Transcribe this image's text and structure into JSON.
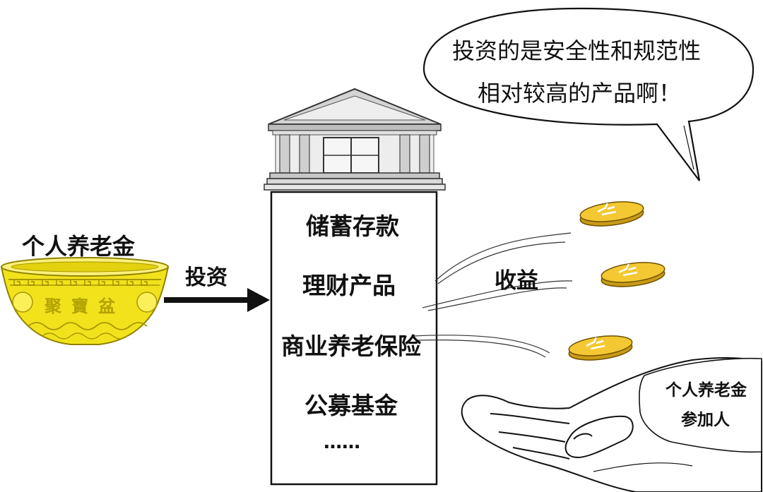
{
  "source": {
    "label": "个人养老金",
    "bowl_inscription": "聚寶盆"
  },
  "arrow": {
    "label": "投资"
  },
  "products": {
    "items": [
      "储蓄存款",
      "理财产品",
      "商业养老保险",
      "公募基金"
    ],
    "more": "……"
  },
  "returns": {
    "label": "收益"
  },
  "speech": {
    "line1": "投资的是安全性和规范性",
    "line2": "相对较高的产品啊！"
  },
  "participant": {
    "line1": "个人养老金",
    "line2": "参加人"
  },
  "colors": {
    "gold": "#f2e21c",
    "gold_dark": "#b5a400",
    "coin": "#f4c832",
    "ink": "#111111"
  }
}
